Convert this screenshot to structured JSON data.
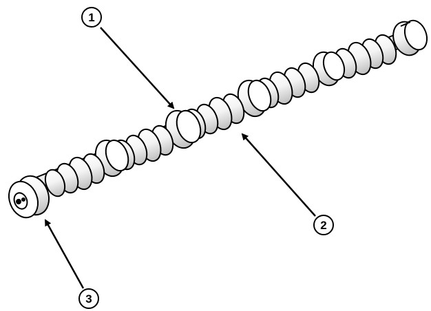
{
  "figure": {
    "subject": "camshaft",
    "callouts": [
      {
        "number": "1"
      },
      {
        "number": "2"
      },
      {
        "number": "3"
      }
    ]
  }
}
